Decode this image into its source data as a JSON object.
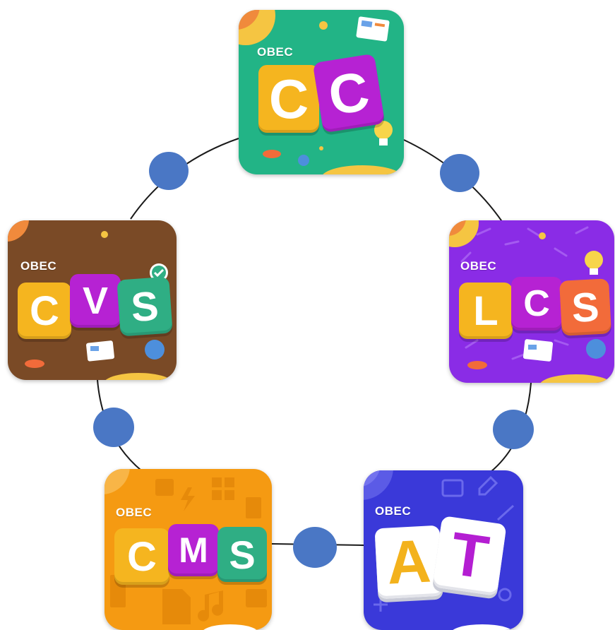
{
  "diagram": {
    "apps": [
      {
        "id": "cc",
        "brand": "OBEC",
        "letters": [
          "C",
          "C"
        ],
        "bg": "#22b486"
      },
      {
        "id": "lcs",
        "brand": "OBEC",
        "letters": [
          "L",
          "C",
          "S"
        ],
        "bg": "#8a2ce6"
      },
      {
        "id": "at",
        "brand": "OBEC",
        "letters": [
          "A",
          "T"
        ],
        "bg": "#3a39d9"
      },
      {
        "id": "cms",
        "brand": "OBEC",
        "letters": [
          "C",
          "M",
          "S"
        ],
        "bg": "#f59a12"
      },
      {
        "id": "cvs",
        "brand": "OBEC",
        "letters": [
          "C",
          "V",
          "S"
        ],
        "bg": "#7a4a26"
      }
    ],
    "connector_color": "#1a1a1a",
    "node_color": "#4a77c5",
    "tile_colors": {
      "yellow": "#f5b51f",
      "purple": "#b622d3",
      "green": "#2fae84",
      "orange": "#f26b3a",
      "white": "#ffffff",
      "at_a": "#f3b21c",
      "at_t": "#b41ed2"
    }
  }
}
